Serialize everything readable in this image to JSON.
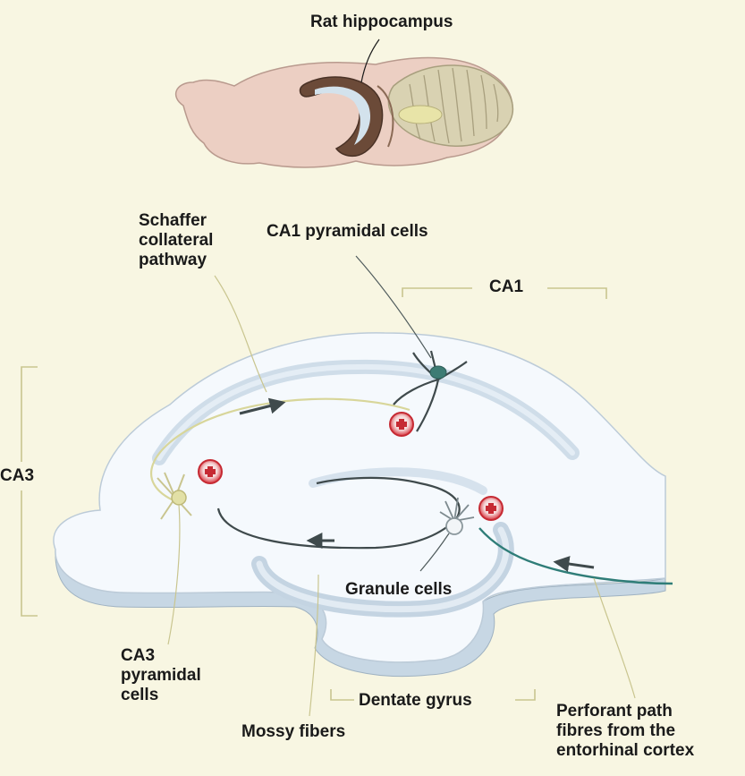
{
  "labels": {
    "rat_hippocampus": "Rat hippocampus",
    "schaffer_pathway": [
      "Schaffer",
      "collateral",
      "pathway"
    ],
    "ca1_pyramidal": "CA1 pyramidal cells",
    "ca1": "CA1",
    "ca3": "CA3",
    "granule_cells": "Granule cells",
    "ca3_pyramidal": [
      "CA3",
      "pyramidal",
      "cells"
    ],
    "dentate_gyrus": "Dentate gyrus",
    "mossy_fibers": "Mossy fibers",
    "perforant_path": [
      "Perforant path",
      "fibres from the",
      "entorhinal cortex"
    ]
  },
  "colors": {
    "background": "#f8f6e2",
    "excitatory_marker": "#d8323c",
    "neuron": "#3f4a4c",
    "perforant_fibre": "#2f7d78",
    "schaffer_fibre": "#d8d69a",
    "bracket": "#c9c58f"
  },
  "icons": [
    "plus-synapse-icon"
  ]
}
